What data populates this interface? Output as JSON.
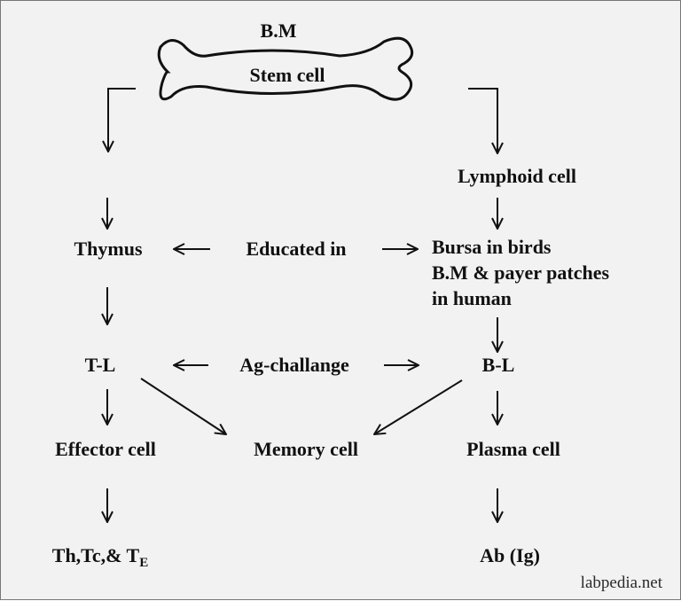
{
  "bone_top": "B.M",
  "bone_inside": "Stem cell",
  "lymphoid_cell": "Lymphoid  cell",
  "thymus": "Thymus",
  "educated_in": "Educated in",
  "bursa_lines": [
    "Bursa in birds",
    "B.M & payer patches",
    "in human"
  ],
  "t_l": "T-L",
  "ag_challange": "Ag-challange",
  "b_l": "B-L",
  "effector_cell": "Effector cell",
  "memory_cell": "Memory cell",
  "plasma_cell": "Plasma cell",
  "th_tc_prefix": "Th,Tc,& T",
  "th_tc_sub": "E",
  "ab_ig": "Ab (Ig)",
  "watermark": "labpedia.net"
}
